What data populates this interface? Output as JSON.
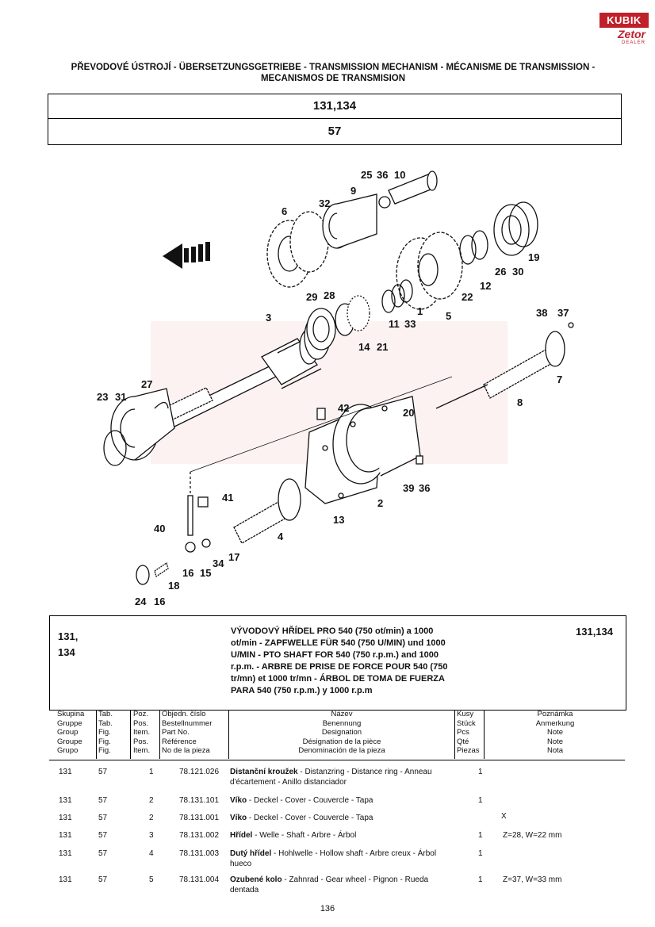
{
  "brand": {
    "name": "KUBIK",
    "sub_brand": "Zetor",
    "tag": "DEALER"
  },
  "header": {
    "title": "PŘEVODOVÉ ÚSTROJÍ - ÜBERSETZUNGSGETRIEBE - TRANSMISSION MECHANISM - MÉCANISME DE TRANSMISSION - MECANISMOS DE TRANSMISION",
    "model": "131,134",
    "figure": "57"
  },
  "diagram": {
    "callouts": [
      "25",
      "36",
      "10",
      "9",
      "32",
      "6",
      "19",
      "30",
      "26",
      "12",
      "22",
      "5",
      "1",
      "33",
      "11",
      "21",
      "14",
      "28",
      "29",
      "3",
      "38",
      "37",
      "7",
      "8",
      "27",
      "23",
      "31",
      "42",
      "20",
      "41",
      "39",
      "36",
      "2",
      "13",
      "40",
      "4",
      "17",
      "34",
      "15",
      "16",
      "18",
      "24",
      "16"
    ]
  },
  "group_box": {
    "group": "131,\n134",
    "description": "VÝVODOVÝ HŘÍDEL PRO 540 (750 ot/min) a 1000 ot/min - ZAPFWELLE FÜR 540 (750 U/MIN) und 1000 U/MIN - PTO SHAFT FOR 540 (750 r.p.m.) and 1000 r.p.m. - ARBRE DE PRISE DE FORCE POUR 540 (750 tr/mn) et 1000 tr/mn - ÁRBOL DE TOMA DE FUERZA PARA 540 (750 r.p.m.) y 1000 r.p.m",
    "code": "131,134"
  },
  "columns": [
    {
      "key": "group",
      "label": "Skupina\nGruppe\nGroup\nGroupe\nGrupo"
    },
    {
      "key": "fig",
      "label": "Tab.\nTab.\nFig.\nFig.\nFig."
    },
    {
      "key": "pos",
      "label": "Poz.\nPos.\nItem.\nPos.\nItem."
    },
    {
      "key": "part",
      "label": "Objedn. číslo\nBestellnummer\nPart No.\nRéférence\nNo de la pieza"
    },
    {
      "key": "name",
      "label": "Název\nBenennung\nDesignation\nDésignation de la pièce\nDenominación de la pieza"
    },
    {
      "key": "qty",
      "label": "Kusy\nStück\nPcs\nQté\nPiezas"
    },
    {
      "key": "note",
      "label": "Poznámka\nAnmerkung\nNote\nNote\nNota"
    }
  ],
  "rows": [
    {
      "group": "131",
      "fig": "57",
      "pos": "1",
      "part": "78.121.026",
      "name_bold": "Distanční kroužek",
      "name_rest": " - Distanzring - Distance ring - Anneau d'écartement - Anillo distanciador",
      "qty": "1",
      "mark": "",
      "note": ""
    },
    {
      "group": "131",
      "fig": "57",
      "pos": "2",
      "part": "78.131.101",
      "name_bold": "Víko",
      "name_rest": " - Deckel - Cover - Couvercle - Tapa",
      "qty": "1",
      "mark": "",
      "note": ""
    },
    {
      "group": "131",
      "fig": "57",
      "pos": "2",
      "part": "78.131.001",
      "name_bold": "Víko",
      "name_rest": " - Deckel - Cover - Couvercle - Tapa",
      "qty": "",
      "mark": "X",
      "note": ""
    },
    {
      "group": "131",
      "fig": "57",
      "pos": "3",
      "part": "78.131.002",
      "name_bold": "Hřídel",
      "name_rest": " - Welle - Shaft - Arbre - Árbol",
      "qty": "1",
      "mark": "",
      "note": "Z=28, W=22 mm"
    },
    {
      "group": "131",
      "fig": "57",
      "pos": "4",
      "part": "78.131.003",
      "name_bold": "Dutý hřídel",
      "name_rest": " - Hohlwelle - Hollow shaft - Arbre creux - Árbol hueco",
      "qty": "1",
      "mark": "",
      "note": ""
    },
    {
      "group": "131",
      "fig": "57",
      "pos": "5",
      "part": "78.131.004",
      "name_bold": "Ozubené kolo",
      "name_rest": " - Zahnrad - Gear wheel - Pignon - Rueda dentada",
      "qty": "1",
      "mark": "",
      "note": "Z=37, W=33 mm"
    }
  ],
  "page_number": "136"
}
